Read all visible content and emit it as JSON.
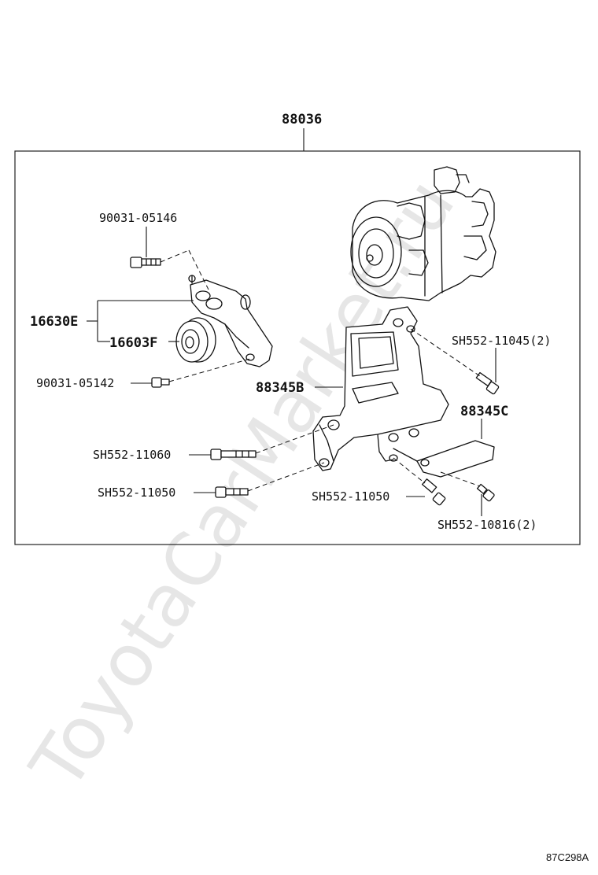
{
  "diagram": {
    "assembly_number": "88036",
    "watermark": "ToyotaCarMarket.ru",
    "figure_code": "87C298A",
    "parts": [
      {
        "id": "bolt_top",
        "label": "90031-05146"
      },
      {
        "id": "bracket_assy",
        "label": "16630E"
      },
      {
        "id": "pulley",
        "label": "16603F"
      },
      {
        "id": "bolt_small",
        "label": "90031-05142"
      },
      {
        "id": "compressor_bracket",
        "label": "88345B"
      },
      {
        "id": "bolt_right",
        "label": "SH552-11045(2)"
      },
      {
        "id": "stay_plate",
        "label": "88345C"
      },
      {
        "id": "bolt_long",
        "label": "SH552-11060"
      },
      {
        "id": "bolt_left_low",
        "label": "SH552-11050"
      },
      {
        "id": "bolt_mid_low",
        "label": "SH552-11050"
      },
      {
        "id": "bolt_nut_right",
        "label": "SH552-10816(2)"
      }
    ]
  }
}
